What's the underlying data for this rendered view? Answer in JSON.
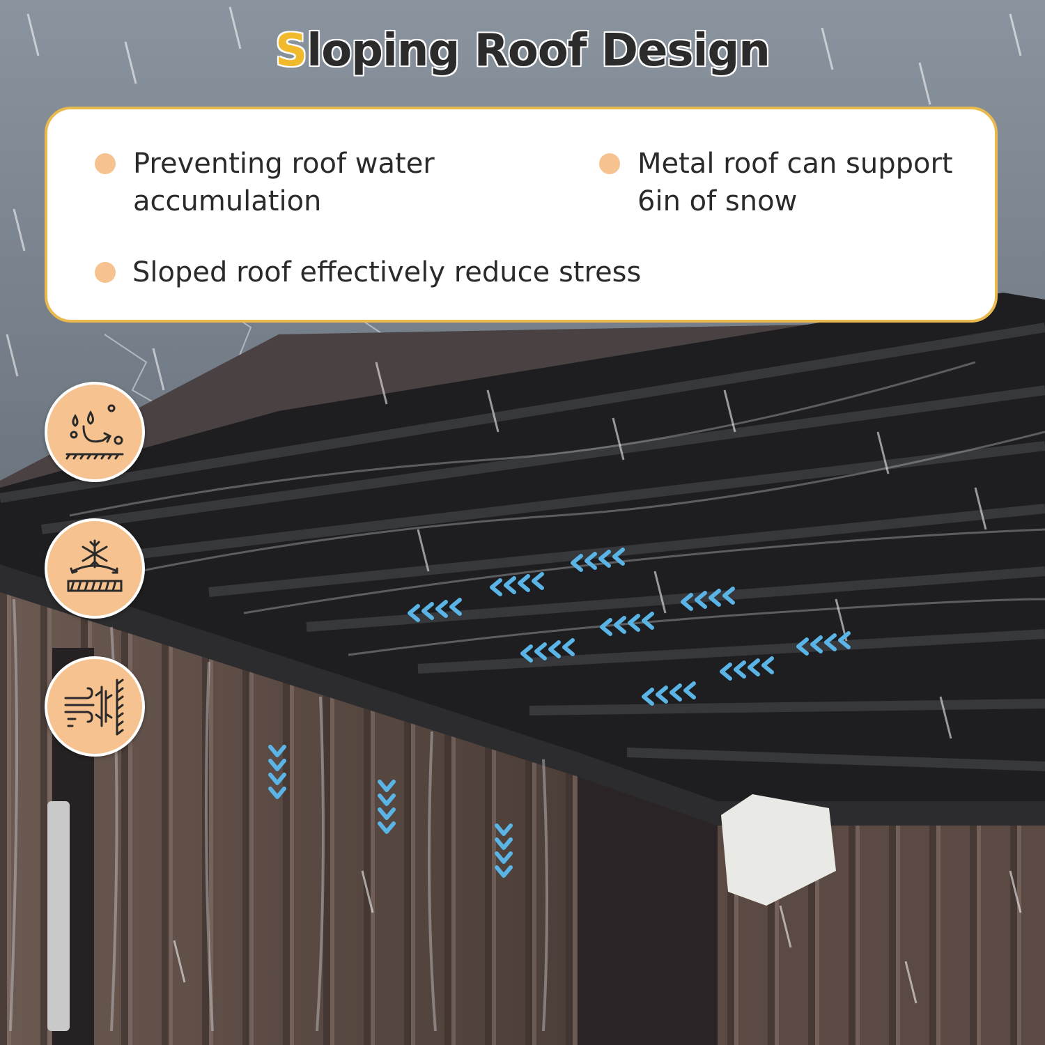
{
  "title": {
    "first_letter": "S",
    "rest": "loping Roof Design"
  },
  "features": [
    {
      "text": "Preventing roof water accumulation"
    },
    {
      "text": "Metal roof can support 6in of snow"
    },
    {
      "text": "Sloped roof effectively reduce stress"
    }
  ],
  "icons": [
    "water-drainage-icon",
    "snow-load-icon",
    "wind-resistance-icon"
  ],
  "colors": {
    "accent": "#f1b92c",
    "panel_border": "#e9b94e",
    "dot": "#f6c28f",
    "arrow": "#5ab4e6",
    "shed_brown": "#5e4d45",
    "roof_black": "#1e1e20"
  }
}
